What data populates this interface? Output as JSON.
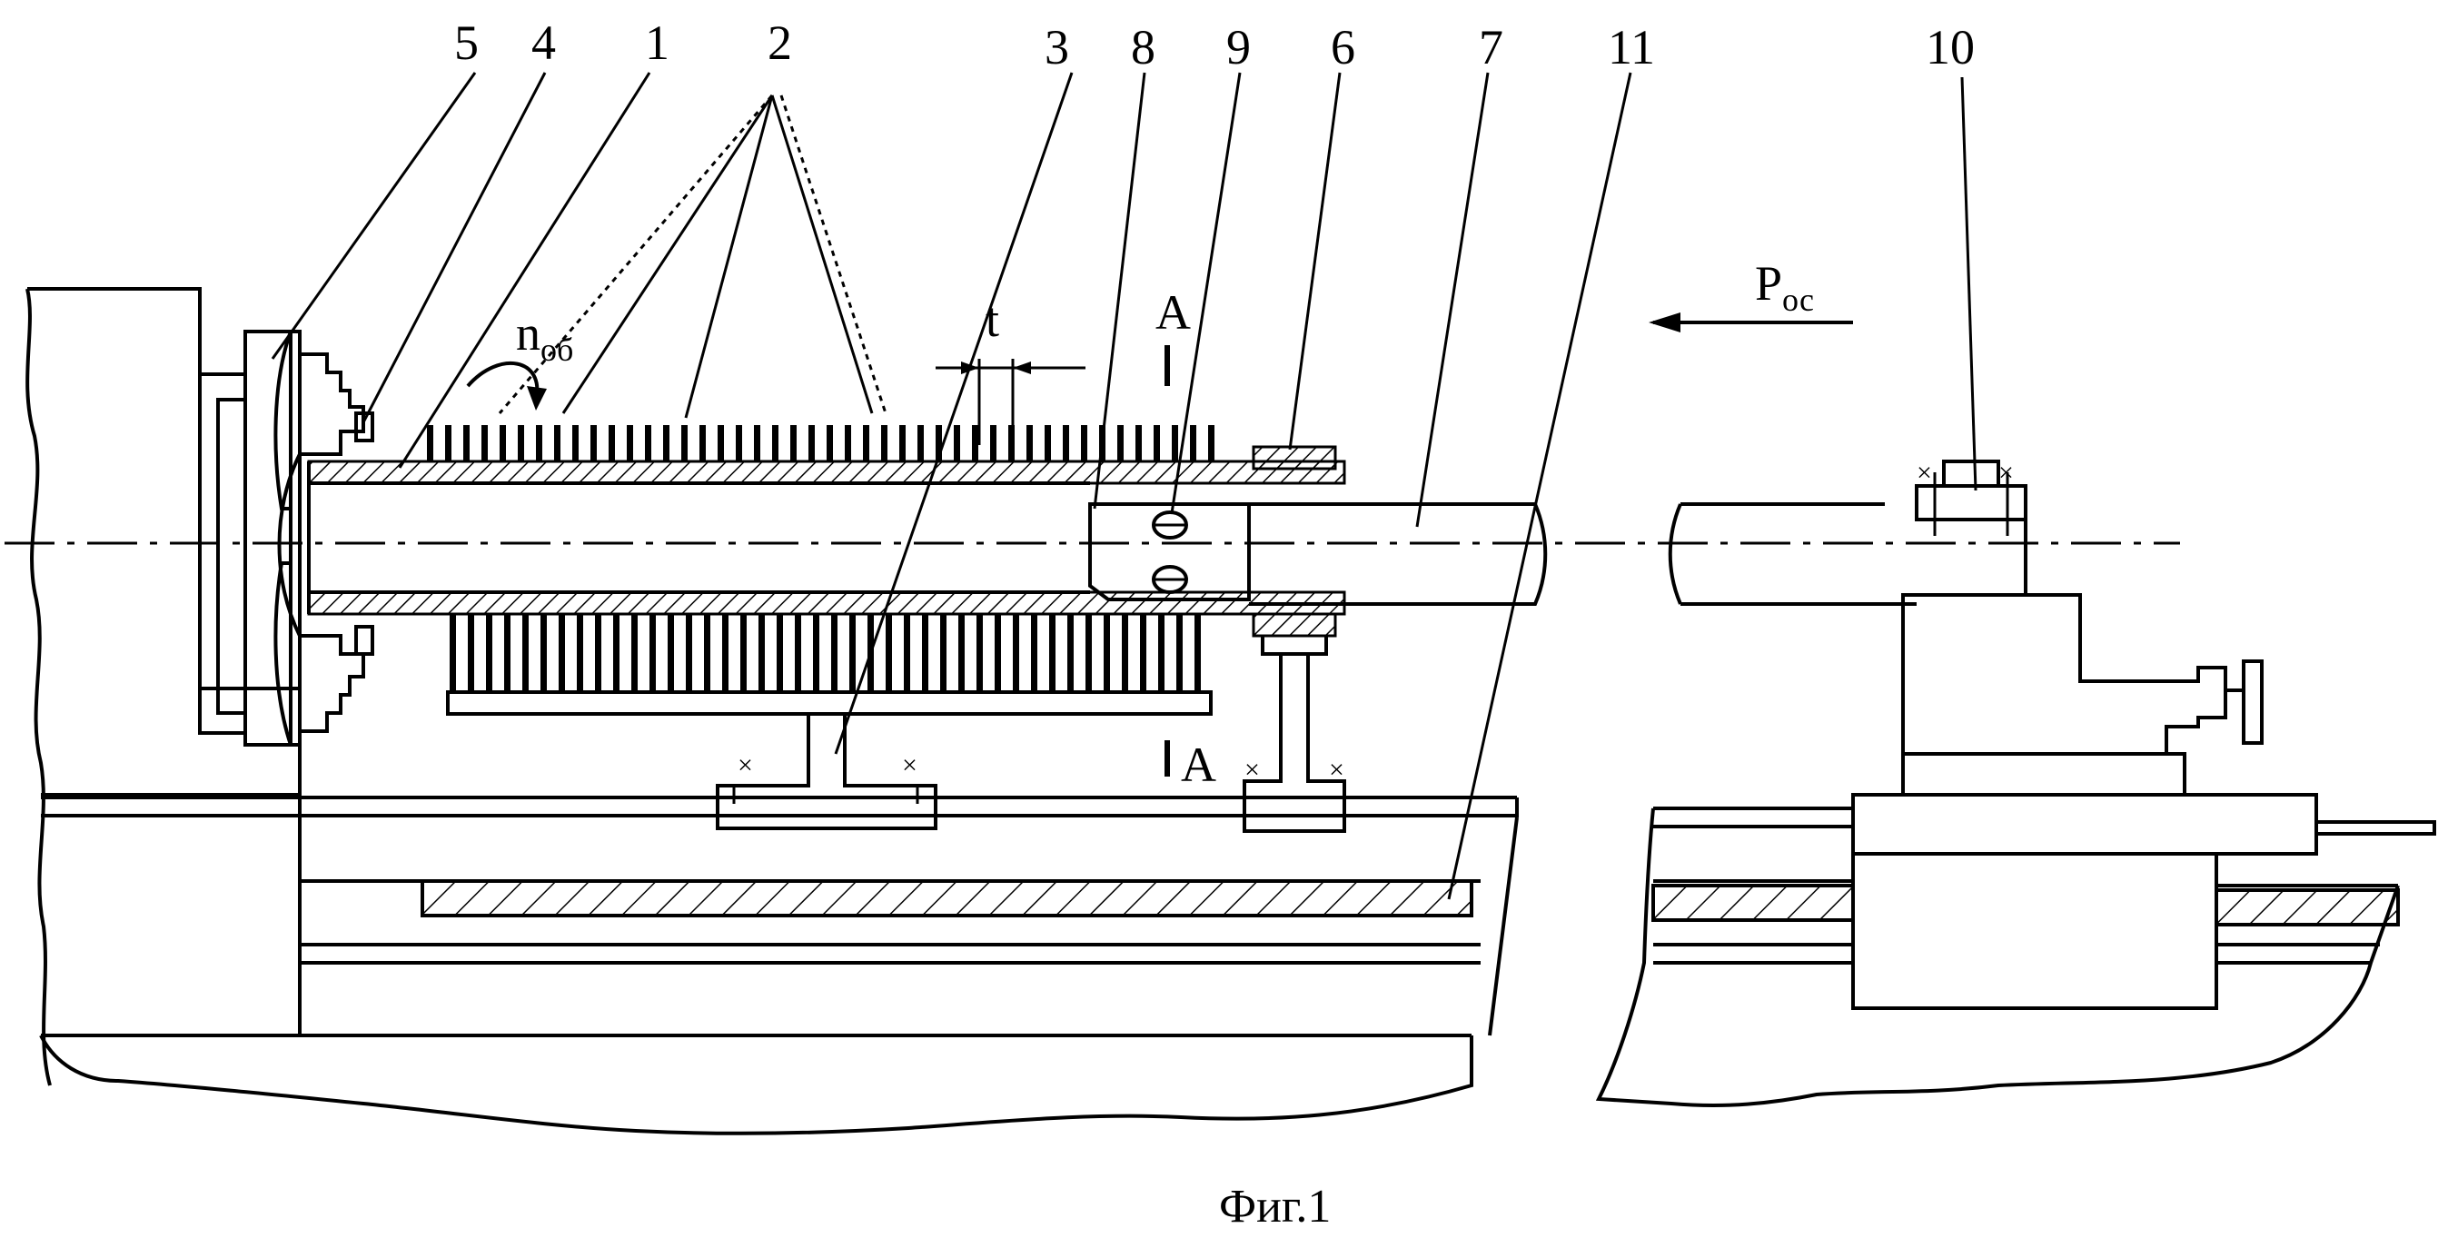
{
  "labels": {
    "l5": "5",
    "l4": "4",
    "l1": "1",
    "l2": "2",
    "l3": "3",
    "l8": "8",
    "l9": "9",
    "l6": "6",
    "l7": "7",
    "l11": "11",
    "l10": "10",
    "t": "t",
    "A_top": "A",
    "A_bottom": "A",
    "n_ob": "n",
    "n_ob_sub": "об",
    "P_os": "P",
    "P_os_sub": "ос"
  },
  "caption": "Фиг.1",
  "colors": {
    "line": "#000000",
    "background": "#ffffff"
  }
}
